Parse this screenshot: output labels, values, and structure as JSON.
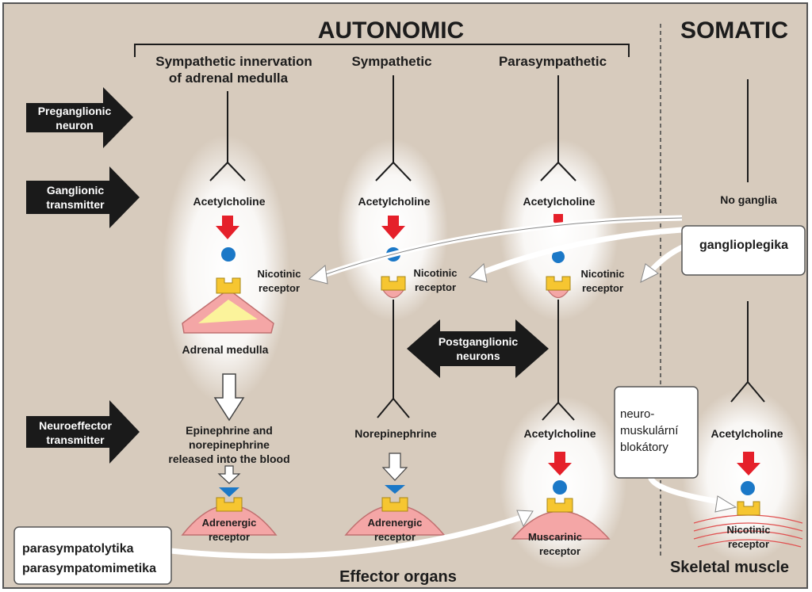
{
  "headers": {
    "autonomic": "AUTONOMIC",
    "somatic": "SOMATIC",
    "col_adrenal": [
      "Sympathetic innervation",
      "of adrenal medulla"
    ],
    "col_sympathetic": "Sympathetic",
    "col_parasympathetic": "Parasympathetic"
  },
  "side_arrows": {
    "preganglionic": [
      "Preganglionic",
      "neuron"
    ],
    "ganglionic": [
      "Ganglionic",
      "transmitter"
    ],
    "neuroeffector": [
      "Neuroeffector",
      "transmitter"
    ]
  },
  "labels": {
    "acetylcholine": "Acetylcholine",
    "no_ganglia": "No ganglia",
    "nicotinic_receptor": [
      "Nicotinic",
      "receptor"
    ],
    "adrenal_medulla": "Adrenal medulla",
    "postganglionic": [
      "Postganglionic",
      "neurons"
    ],
    "epinephrine": [
      "Epinephrine and",
      "norepinephrine",
      "released into the blood"
    ],
    "norepinephrine": "Norepinephrine",
    "adrenergic_receptor": [
      "Adrenergic",
      "receptor"
    ],
    "muscarinic_receptor": [
      "Muscarinic",
      "receptor"
    ],
    "effector_organs": "Effector organs",
    "skeletal_muscle": "Skeletal muscle"
  },
  "callouts": {
    "gangliopleg": "gangliopleg­ika",
    "neuromuscular": [
      "neuro-",
      "muskulární",
      "blokátory"
    ],
    "parasympat": [
      "parasympatolytika",
      "parasympatomimetika"
    ]
  },
  "colors": {
    "background": "#d7cbbd",
    "arrow_dark": "#1a1a1a",
    "arrow_red": "#e5202a",
    "dot_blue": "#1b78c7",
    "receptor_yellow": "#f6c631",
    "tissue_pink": "#f4a6a6",
    "adrenal_yellow": "#fbf39b"
  }
}
